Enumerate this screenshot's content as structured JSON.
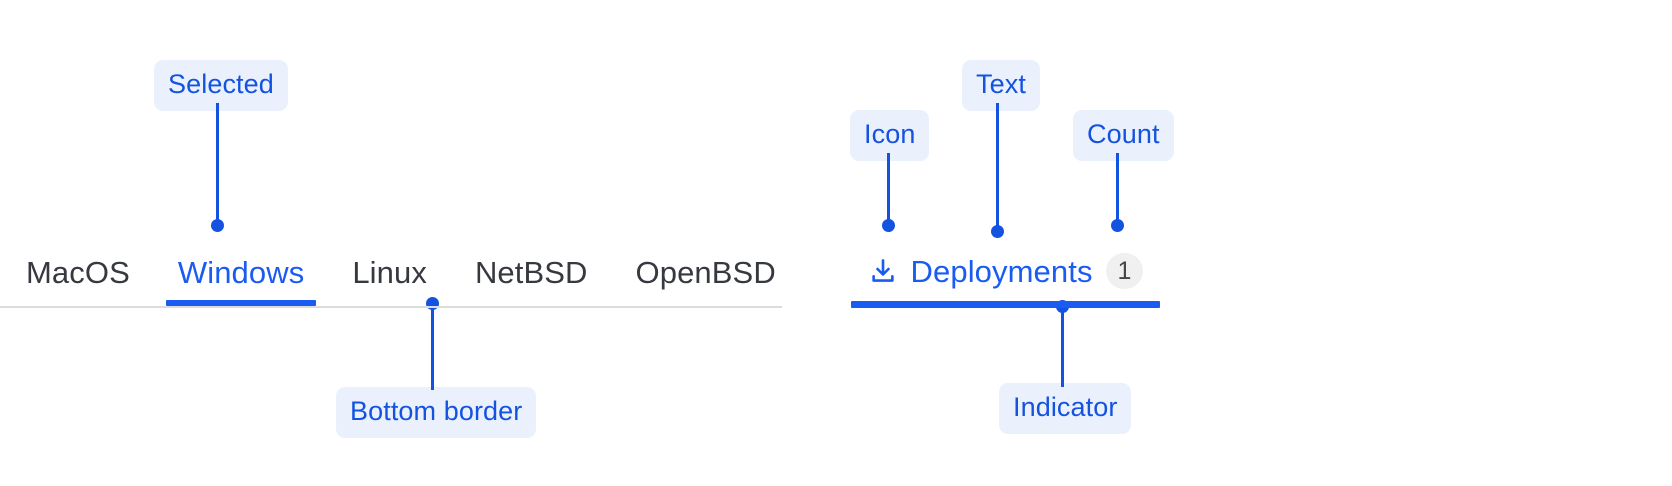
{
  "annotations": {
    "selected": "Selected",
    "bottom_border": "Bottom border",
    "icon": "Icon",
    "text": "Text",
    "count": "Count",
    "indicator": "Indicator"
  },
  "tabstrip": {
    "tabs": [
      {
        "label": "MacOS",
        "selected": false
      },
      {
        "label": "Windows",
        "selected": true
      },
      {
        "label": "Linux",
        "selected": false
      },
      {
        "label": "NetBSD",
        "selected": false
      },
      {
        "label": "OpenBSD",
        "selected": false
      }
    ]
  },
  "deployments_tab": {
    "icon_name": "download-icon",
    "label": "Deployments",
    "count": "1",
    "selected": true
  },
  "colors": {
    "accent": "#1a5cf2",
    "annotation_text": "#1452e0",
    "annotation_bg": "#eaf1fd",
    "tab_text": "#36393f",
    "divider": "#dcdcdc",
    "badge_bg": "#f0f0f0",
    "badge_text": "#45474d"
  }
}
